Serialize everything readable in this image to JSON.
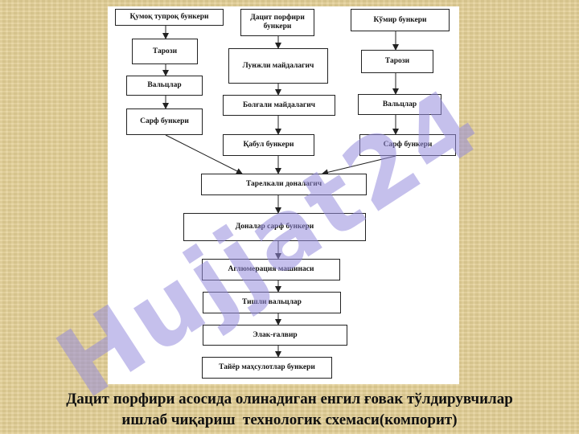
{
  "diagram": {
    "boxes": {
      "sand_bunker": "Қумоқ тупроқ бункери",
      "dacite_bunker": "Дацит порфири бункери",
      "coal_bunker": "Кўмир бункери",
      "scale_left": "Тарози",
      "rollers_left": "Вальцлар",
      "flow_bunker_left": "Сарф бункери",
      "drum_grinder": "Лунжли майдалагич",
      "hammer_grinder": "Болғали майдалагич",
      "receiving_bunker": "Қабул бункери",
      "scale_right": "Тарози",
      "rollers_right": "Вальцлар",
      "flow_bunker_right": "Сарф бункери",
      "plate_granulator": "Тарелкали доналагич",
      "granule_bunker": "Доналар сарф бункери",
      "agglomeration_machine": "Аглюмерация машинаси",
      "toothed_rollers": "Тишли вальцлар",
      "sieve": "Элак-ғалвир",
      "product_bunker": "Тайёр маҳсулотлар бункери"
    }
  },
  "watermark": "Hujjat24",
  "caption": {
    "line1": "Дацит порфири асосида олинадиган енгил ғовак тўлдирувчилар",
    "line2": "ишлаб чиқариш  технологик схемаси(компорит)"
  }
}
